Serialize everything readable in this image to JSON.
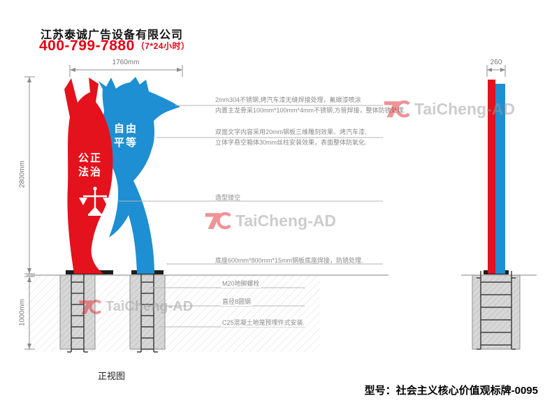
{
  "header": {
    "company": "江苏泰诚广告设备有限公司",
    "phone": "400-799-7880",
    "phone_suffix": "（7*24小时）"
  },
  "dimensions": {
    "width": "1760mm",
    "height": "2800mm",
    "foundation_depth": "1000mm",
    "side_width": "260"
  },
  "sculpture": {
    "blue_text": "自由\n平等",
    "red_text": "公正\n法治"
  },
  "annotations": [
    {
      "line1": "2mm304不锈钢,烤汽车漆无缝焊接处理，氟碳漆喷涂",
      "line2": "内置主龙骨采100mm*100mm*4mm不锈钢,方管焊接，整体防锈处理."
    },
    {
      "line1": "双面文字内容采用20mm钢板三维雕刻效果、烤汽车漆,",
      "line2": "立体字悬空箱体30mm丝柱安装效果，表面整体防氧化."
    },
    {
      "line1": "造型镂空"
    },
    {
      "line1": "底座600mm*800mm*15mm钢板底座焊接，防锈处理."
    },
    {
      "line1": "M20地脚螺栓"
    },
    {
      "line1": "直径8圆钢"
    },
    {
      "line1": "C25混凝土地笼预埋件式安装."
    }
  ],
  "labels": {
    "view_label": "正视图",
    "model": "型号：社会主义核心价值观标牌-0095"
  },
  "watermark": {
    "text": "TaiCheng-AD"
  },
  "colors": {
    "brand_red": "#e60012",
    "sculpture_red": "#e3121c",
    "sculpture_blue": "#1e8fd2"
  }
}
